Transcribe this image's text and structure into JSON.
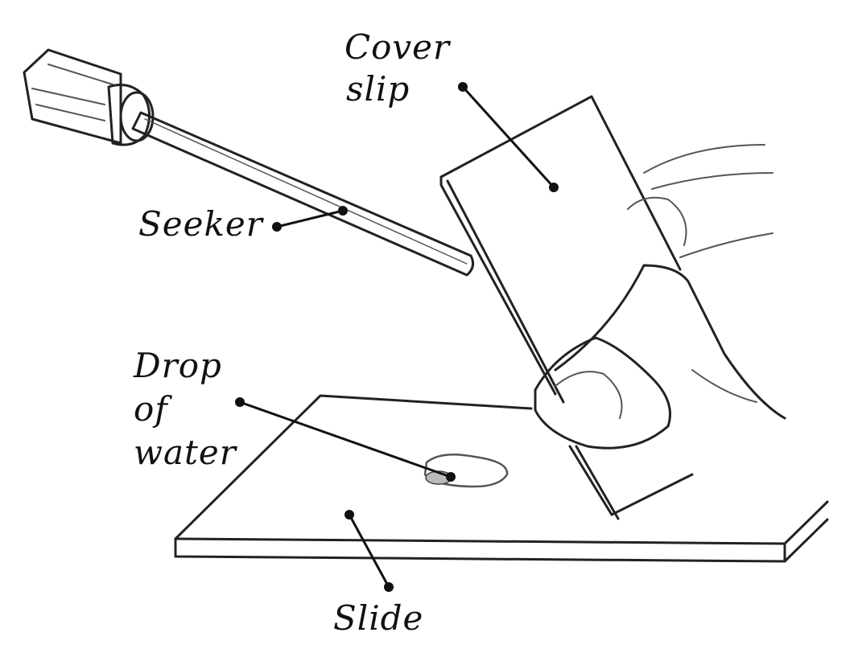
{
  "labels": {
    "cover_slip_line1": "Cover",
    "cover_slip_line2": "slip",
    "seeker": "Seeker",
    "drop_line1": "Drop",
    "drop_line2": "of",
    "drop_line3": "water",
    "slide": "Slide"
  },
  "colors": {
    "ink": "#111111",
    "pencil": "#222222",
    "shade": "#888888"
  }
}
